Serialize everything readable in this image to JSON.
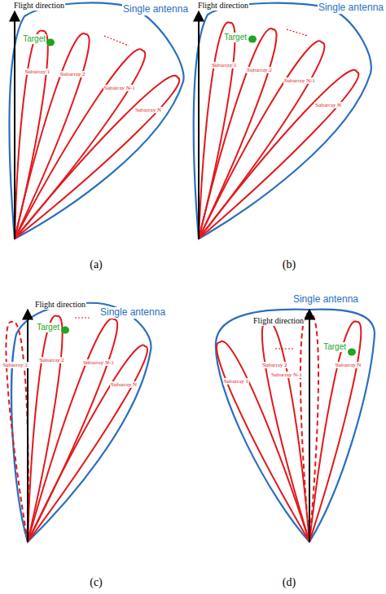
{
  "diagram": {
    "labels": [
      "Flight direction",
      "Single antenna",
      "Target",
      "Subarray 1",
      "Subarray 2",
      "Subarray N-1",
      "Subarray N",
      "(a)",
      "Flight direction",
      "Single antenna",
      "Target",
      "Subarray 1",
      "Subarray 2",
      "Subarray N-1",
      "Subarray N",
      "(b)",
      "Flight direction",
      "Single antenna",
      "Target",
      "Subarray 1",
      "Subarray 2",
      "Subarray N-1",
      "Subarray N",
      "(c)",
      "Single antenna",
      "Flight direction",
      "Target",
      "Subarray 1",
      "Subarray 2",
      "Subarray N-1",
      "Subarray N",
      "(d)"
    ]
  }
}
